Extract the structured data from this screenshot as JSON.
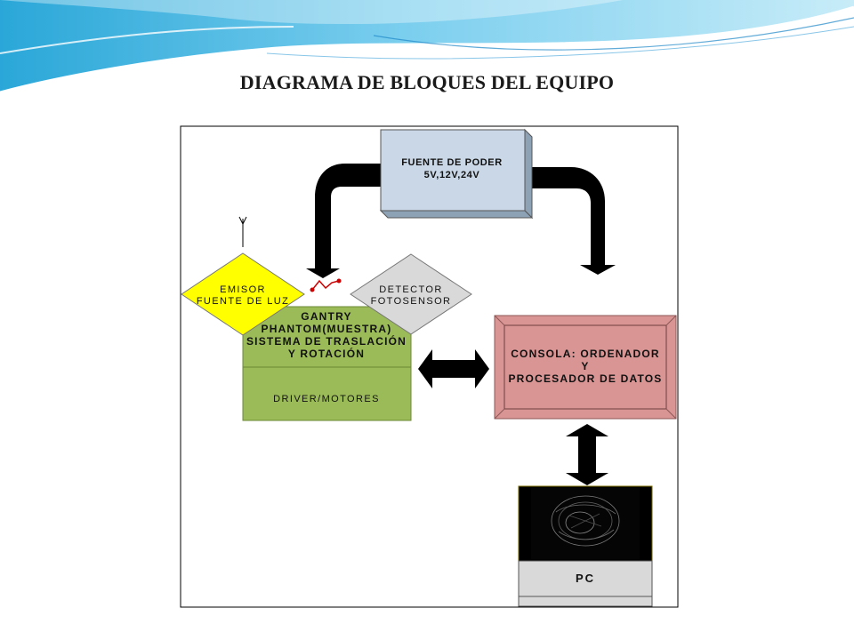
{
  "title": "DIAGRAMA DE BLOQUES DEL EQUIPO",
  "blocks": {
    "power_supply": {
      "line1": "FUENTE DE PODER",
      "line2": "5V,12V,24V"
    },
    "emitter": {
      "line1": "EMISOR",
      "line2": "FUENTE DE LUZ"
    },
    "detector": {
      "line1": "DETECTOR",
      "line2": "FOTOSENSOR"
    },
    "gantry": {
      "line1": "GANTRY",
      "line2": "PHANTOM(MUESTRA)",
      "line3": "SISTEMA DE TRASLACIÓN",
      "line4": "Y ROTACIÓN"
    },
    "driver": {
      "label": "DRIVER/MOTORES"
    },
    "console": {
      "line1": "CONSOLA: ORDENADOR",
      "line2": "Y",
      "line3": "PROCESADOR DE DATOS"
    },
    "pc": {
      "label": "PC"
    }
  },
  "colors": {
    "power_supply": "#c9d7e6",
    "emitter": "#ffff00",
    "detector": "#d9d9d9",
    "gantry": "#9bbb59",
    "console": "#d99594",
    "pc_screen": "#000000",
    "pc_body": "#d9d9d9",
    "arrow": "#000000"
  }
}
